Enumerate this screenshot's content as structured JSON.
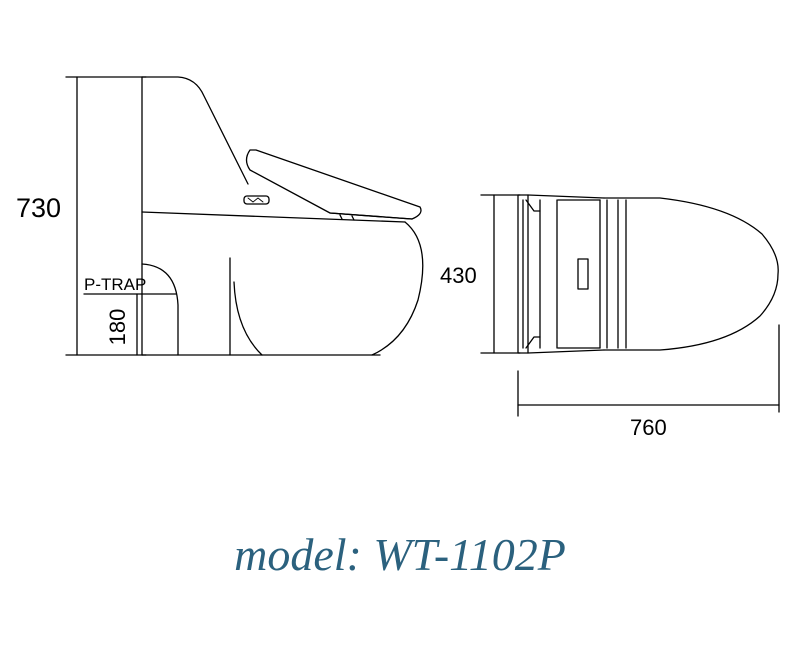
{
  "dimensions": {
    "height": "730",
    "width": "430",
    "length": "760",
    "trap_height": "180"
  },
  "labels": {
    "trap": "P-TRAP"
  },
  "caption": {
    "model": "model: WT-1102P"
  },
  "colors": {
    "line": "#000000",
    "caption": "#2b617e",
    "background": "#ffffff"
  }
}
